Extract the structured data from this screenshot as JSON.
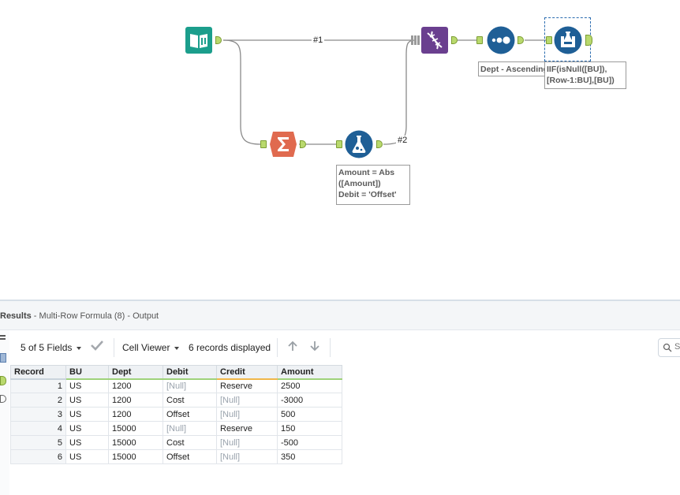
{
  "canvas": {
    "connections": {
      "label1": "#1",
      "label2": "#2"
    },
    "annotations": {
      "formula": "Amount = Abs\n([Amount])\nDebit = 'Offset'",
      "sort": "Dept - Ascending",
      "multirow": "IIF(isNull([BU]),\n[Row-1:BU],[BU])"
    },
    "tools": {
      "input": "book-input-icon",
      "summarize": "sigma-summarize-icon",
      "formula": "flask-formula-icon",
      "union": "dna-union-icon",
      "sort": "dots-sort-icon",
      "multirow": "multi-row-formula-icon"
    },
    "colors": {
      "input": "#1b9e8c",
      "summarize": "#e06a4f",
      "formula": "#1f5f96",
      "union": "#6a3f8f",
      "sort": "#1f5f96",
      "multirow": "#1f5f96",
      "anchor": "#b9d96d"
    }
  },
  "results": {
    "title_prefix": "Results",
    "title_rest": " - Multi-Row Formula (8) - Output",
    "toolbar": {
      "fields": "5 of 5 Fields",
      "viewer": "Cell Viewer",
      "records": "6 records displayed",
      "search_placeholder": "S"
    },
    "columns": [
      "Record",
      "BU",
      "Dept",
      "Debit",
      "Credit",
      "Amount"
    ],
    "rows": [
      [
        "1",
        "US",
        "1200",
        "[Null]",
        "Reserve",
        "2500"
      ],
      [
        "2",
        "US",
        "1200",
        "Cost",
        "[Null]",
        "-3000"
      ],
      [
        "3",
        "US",
        "1200",
        "Offset",
        "[Null]",
        "500"
      ],
      [
        "4",
        "US",
        "15000",
        "[Null]",
        "Reserve",
        "150"
      ],
      [
        "5",
        "US",
        "15000",
        "Cost",
        "[Null]",
        "-500"
      ],
      [
        "6",
        "US",
        "15000",
        "Offset",
        "[Null]",
        "350"
      ]
    ]
  }
}
